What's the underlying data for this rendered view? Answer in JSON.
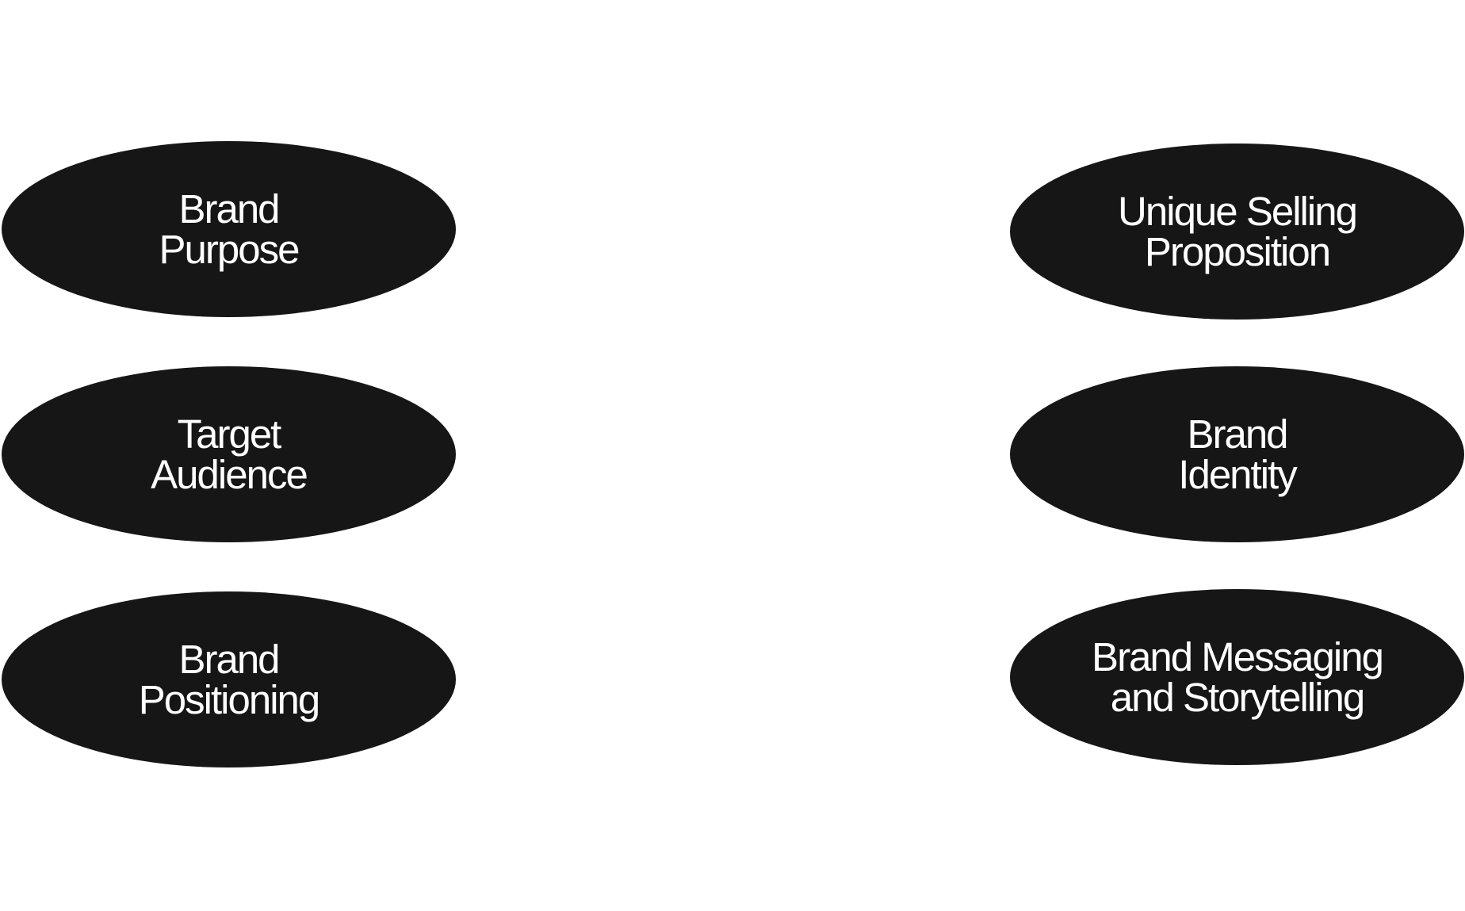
{
  "colors": {
    "background": "#ffffff",
    "pill_fill": "#161616",
    "pill_text": "#ffffff"
  },
  "diagram": {
    "left_column": [
      {
        "label": "Brand\nPurpose"
      },
      {
        "label": "Target\nAudience"
      },
      {
        "label": "Brand\nPositioning"
      }
    ],
    "right_column": [
      {
        "label": "Unique Selling\nProposition"
      },
      {
        "label": "Brand\nIdentity"
      },
      {
        "label": "Brand Messaging\nand Storytelling"
      }
    ]
  }
}
